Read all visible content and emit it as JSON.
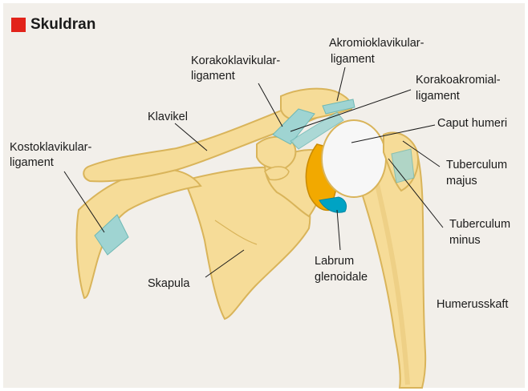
{
  "title": "Skuldran",
  "colors": {
    "accent": "#e2231a",
    "background": "#f2efea",
    "bone": "#f6dc98",
    "bone_edge": "#d9b45a",
    "ligament": "#9fd4d2",
    "labrum": "#f2a900",
    "cartilage": "#00a3c4",
    "humeral_head": "#f7f7f7"
  },
  "labels": {
    "akromio": [
      "Akromioklavikular-",
      "ligament"
    ],
    "korakoklav": [
      "Korakoklavikular-",
      "ligament"
    ],
    "korakoakr": [
      "Korakoakromial-",
      "ligament"
    ],
    "klavikel": [
      "Klavikel"
    ],
    "caput": [
      "Caput humeri"
    ],
    "kostoklav": [
      "Kostoklavikular-",
      "ligament"
    ],
    "tuberculum_majus": [
      "Tuberculum",
      "majus"
    ],
    "tuberculum_minus": [
      "Tuberculum",
      "minus"
    ],
    "skapula": [
      "Skapula"
    ],
    "labrum": [
      "Labrum",
      "glenoidale"
    ],
    "humerusskaft": [
      "Humerusskaft"
    ]
  }
}
